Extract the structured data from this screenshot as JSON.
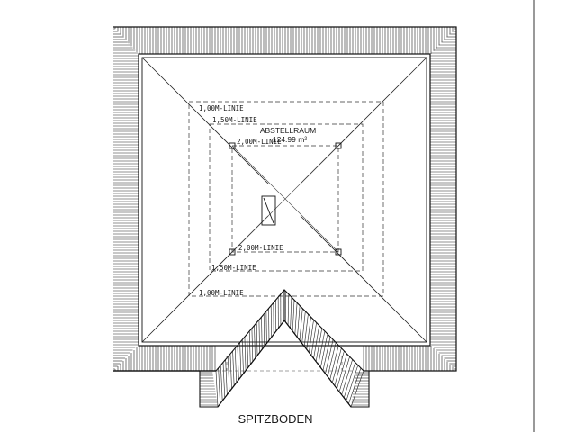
{
  "plan": {
    "room_name": "ABSTELLRAUM",
    "room_area": "124.99 m²",
    "caption": "SPITZBODEN",
    "height_lines": {
      "line_100_top": "1,00M-LINIE",
      "line_150_top": "1,50M-LINIE",
      "line_200_top": "2,00M-LINIE",
      "line_200_bottom": "2,00M-LINIE",
      "line_150_bottom": "1,50M-LINIE",
      "line_100_bottom": "1,00M-LINIE"
    }
  }
}
